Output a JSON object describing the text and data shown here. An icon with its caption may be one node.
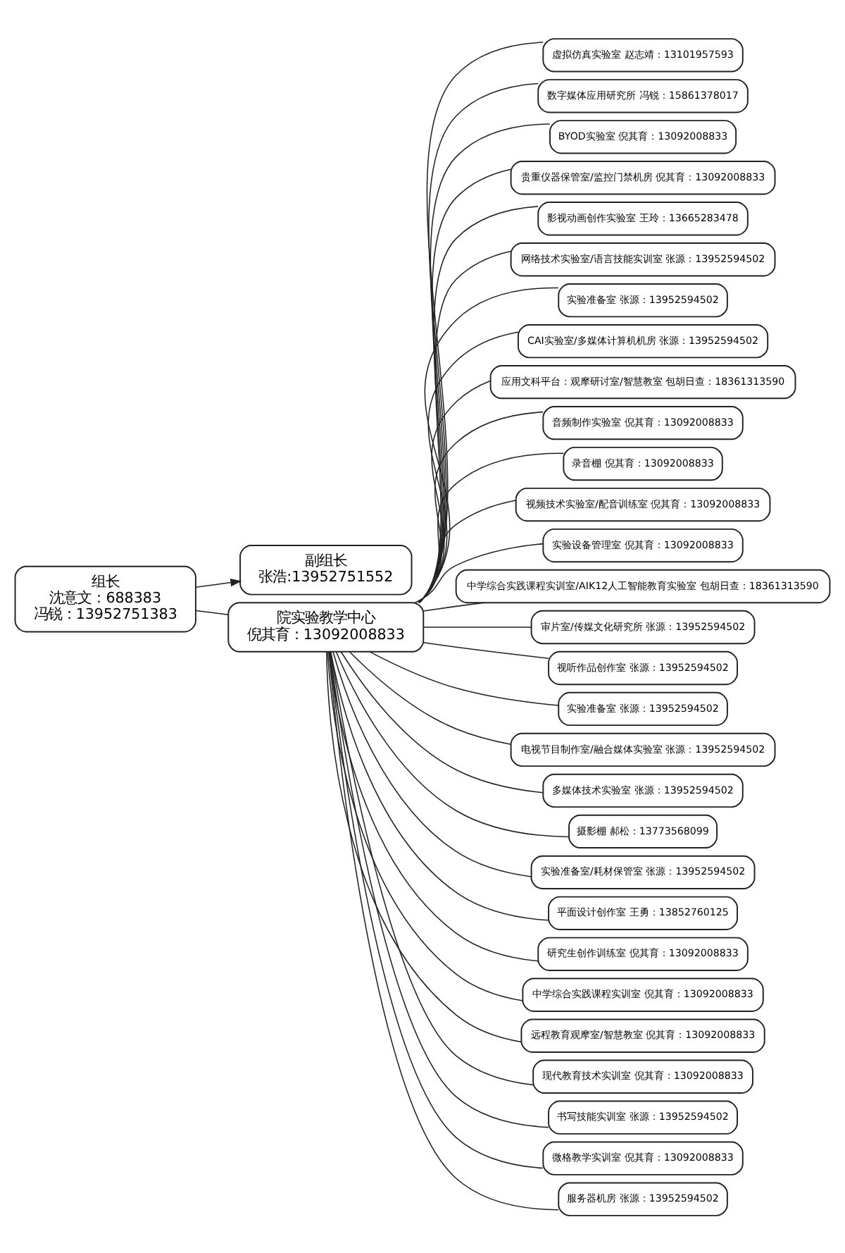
{
  "diagram": {
    "nodes": [
      {
        "text": [
          "组长",
          "沈意文：688383",
          "冯锐：13952751383"
        ]
      },
      {
        "text": [
          "副组长",
          "张浩:13952751552"
        ]
      },
      {
        "text": [
          "院实验教学中心",
          "倪其育：13092008833"
        ]
      },
      {
        "text": [
          "虚拟仿真实验室 赵志靖：13101957593"
        ]
      },
      {
        "text": [
          "数字媒体应用研究所 冯锐：15861378017"
        ]
      },
      {
        "text": [
          "BYOD实验室 倪其育：13092008833"
        ]
      },
      {
        "text": [
          "贵重仪器保管室/监控门禁机房 倪其育：13092008833"
        ]
      },
      {
        "text": [
          "影视动画创作实验室 王玲：13665283478"
        ]
      },
      {
        "text": [
          "网络技术实验室/语言技能实训室 张源：13952594502"
        ]
      },
      {
        "text": [
          "实验准备室 张源：13952594502"
        ]
      },
      {
        "text": [
          "CAI实验室/多媒体计算机机房 张源：13952594502"
        ]
      },
      {
        "text": [
          "应用文科平台：观摩研讨室/智慧教室 包胡日查：18361313590"
        ]
      },
      {
        "text": [
          "音频制作实验室 倪其育：13092008833"
        ]
      },
      {
        "text": [
          "录音棚 倪其育：13092008833"
        ]
      },
      {
        "text": [
          "视频技术实验室/配音训练室 倪其育：13092008833"
        ]
      },
      {
        "text": [
          "实验设备管理室 倪其育：13092008833"
        ]
      },
      {
        "text": [
          "中学综合实践课程实训室/AIK12人工智能教育实验室 包胡日查：18361313590"
        ]
      },
      {
        "text": [
          "审片室/传媒文化研究所 张源：13952594502"
        ]
      },
      {
        "text": [
          "视听作品创作室 张源：13952594502"
        ]
      },
      {
        "text": [
          "实验准备室 张源：13952594502"
        ]
      },
      {
        "text": [
          "电视节目制作室/融合媒体实验室 张源：13952594502"
        ]
      },
      {
        "text": [
          "多媒体技术实验室 张源：13952594502"
        ]
      },
      {
        "text": [
          "摄影棚 郝松：13773568099"
        ]
      },
      {
        "text": [
          "实验准备室/耗材保管室 张源：13952594502"
        ]
      },
      {
        "text": [
          "平面设计创作室 王勇：13852760125"
        ]
      },
      {
        "text": [
          "研究生创作训练室 倪其育：13092008833"
        ]
      },
      {
        "text": [
          "中学综合实践课程实训室 倪其育：13092008833"
        ]
      },
      {
        "text": [
          "远程教育观摩室/智慧教室 倪其育：13092008833"
        ]
      },
      {
        "text": [
          "现代教育技术实训室 倪其育：13092008833"
        ]
      },
      {
        "text": [
          "书写技能实训室 张源：13952594502"
        ]
      },
      {
        "text": [
          "微格教学实训室 倪其育：13092008833"
        ]
      },
      {
        "text": [
          "服务器机房 张源：13952594502"
        ]
      }
    ],
    "edges": [
      {
        "from": 0,
        "to": 1,
        "arrow": "to"
      },
      {
        "from": 0,
        "to": 2,
        "arrow": "none"
      },
      {
        "from": 2,
        "to": 3,
        "arrow": "none"
      },
      {
        "from": 2,
        "to": 4,
        "arrow": "none"
      },
      {
        "from": 2,
        "to": 5,
        "arrow": "none"
      },
      {
        "from": 2,
        "to": 6,
        "arrow": "none"
      },
      {
        "from": 2,
        "to": 7,
        "arrow": "none"
      },
      {
        "from": 2,
        "to": 8,
        "arrow": "none"
      },
      {
        "from": 2,
        "to": 9,
        "arrow": "none"
      },
      {
        "from": 2,
        "to": 10,
        "arrow": "none"
      },
      {
        "from": 2,
        "to": 11,
        "arrow": "none"
      },
      {
        "from": 2,
        "to": 12,
        "arrow": "none"
      },
      {
        "from": 2,
        "to": 13,
        "arrow": "none"
      },
      {
        "from": 2,
        "to": 14,
        "arrow": "none"
      },
      {
        "from": 2,
        "to": 15,
        "arrow": "none"
      },
      {
        "from": 2,
        "to": 16,
        "arrow": "none"
      },
      {
        "from": 2,
        "to": 17,
        "arrow": "none"
      },
      {
        "from": 2,
        "to": 18,
        "arrow": "none"
      },
      {
        "from": 2,
        "to": 19,
        "arrow": "none"
      },
      {
        "from": 2,
        "to": 20,
        "arrow": "none"
      },
      {
        "from": 2,
        "to": 21,
        "arrow": "none"
      },
      {
        "from": 2,
        "to": 22,
        "arrow": "none"
      },
      {
        "from": 2,
        "to": 23,
        "arrow": "none"
      },
      {
        "from": 2,
        "to": 24,
        "arrow": "none"
      },
      {
        "from": 2,
        "to": 25,
        "arrow": "none"
      },
      {
        "from": 2,
        "to": 26,
        "arrow": "none"
      },
      {
        "from": 2,
        "to": 27,
        "arrow": "none"
      },
      {
        "from": 2,
        "to": 28,
        "arrow": "none"
      },
      {
        "from": 2,
        "to": 29,
        "arrow": "none"
      },
      {
        "from": 2,
        "to": 30,
        "arrow": "none"
      },
      {
        "from": 2,
        "to": 31,
        "arrow": "none"
      }
    ]
  }
}
